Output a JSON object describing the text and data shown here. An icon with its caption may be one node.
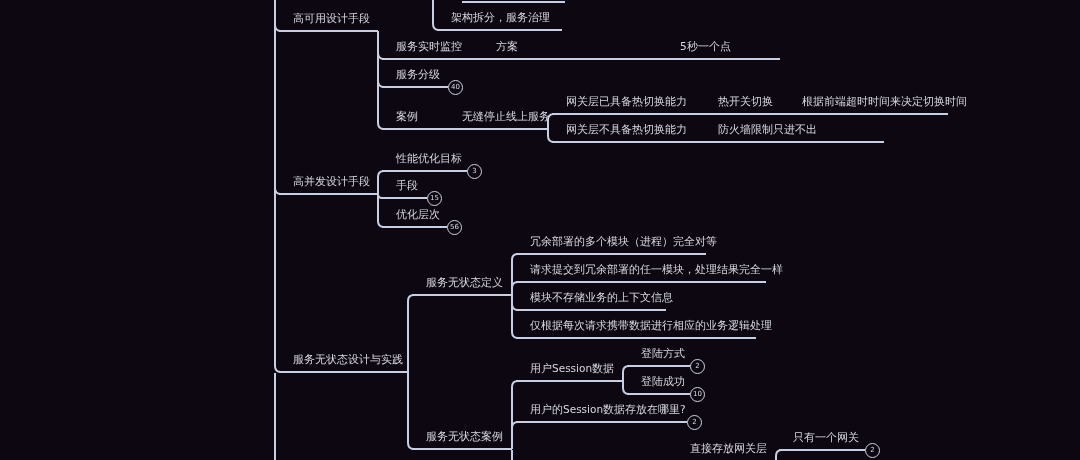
{
  "diagram": {
    "nodes": [
      {
        "text": [],
        "shape": "bar"
      },
      {
        "text": [
          "架构拆分，服务治理"
        ]
      },
      {
        "text": [
          "高可用设计手段"
        ]
      },
      {
        "text": [
          "服务实时监控"
        ]
      },
      {
        "text": [
          "方案"
        ]
      },
      {
        "text": [],
        "shape": "bar"
      },
      {
        "text": [
          "5秒一个点"
        ]
      },
      {
        "text": [
          "服务分级"
        ],
        "beside": [
          "40"
        ]
      },
      {
        "text": [
          "案例"
        ]
      },
      {
        "text": [
          "无缝停止线上服务"
        ]
      },
      {
        "text": [
          "网关层已具备热切换能力"
        ]
      },
      {
        "text": [
          "热开关切换"
        ]
      },
      {
        "text": [
          "根据前端超时时间来决定切换时间"
        ]
      },
      {
        "text": [
          "网关层不具备热切换能力"
        ]
      },
      {
        "text": [
          "防火墙限制只进不出"
        ]
      },
      {
        "text": [],
        "shape": "bar"
      },
      {
        "text": [
          "高并发设计手段"
        ]
      },
      {
        "text": [
          "性能优化目标"
        ],
        "beside": [
          "3"
        ]
      },
      {
        "text": [
          "手段"
        ],
        "beside": [
          "15"
        ]
      },
      {
        "text": [
          "优化层次"
        ],
        "beside": [
          "56"
        ]
      },
      {
        "text": [
          "服务无状态设计与实践"
        ]
      },
      {
        "text": [
          "服务无状态定义"
        ]
      },
      {
        "text": [
          "冗余部署的多个模块（进程）完全对等"
        ]
      },
      {
        "text": [
          "请求提交到冗余部署的任一模块，处理结果完全一样"
        ]
      },
      {
        "text": [
          "模块不存储业务的上下文信息"
        ]
      },
      {
        "text": [
          "仅根据每次请求携带数据进行相应的业务逻辑处理"
        ]
      },
      {
        "text": [
          "服务无状态案例"
        ]
      },
      {
        "text": [
          "用户Session数据"
        ]
      },
      {
        "text": [
          "登陆方式"
        ],
        "beside": [
          "2"
        ]
      },
      {
        "text": [
          "登陆成功"
        ],
        "beside": [
          "10"
        ]
      },
      {
        "text": [
          "用户的Session数据存放在哪里?"
        ],
        "beside": [
          "2"
        ]
      },
      {
        "text": [
          "直接存放网关层"
        ]
      },
      {
        "text": [
          "只有一个网关"
        ],
        "beside": [
          "2"
        ]
      }
    ],
    "edges": [
      {
        "from": null,
        "to": 1,
        "arrow": "none"
      },
      {
        "from": null,
        "to": 2,
        "arrow": "none"
      },
      {
        "from": 2,
        "to": 3,
        "arrow": "none"
      },
      {
        "from": 3,
        "to": 4,
        "arrow": "none"
      },
      {
        "from": 4,
        "to": 5,
        "arrow": "none"
      },
      {
        "from": 5,
        "to": 6,
        "arrow": "none"
      },
      {
        "from": 2,
        "to": 7,
        "arrow": "none"
      },
      {
        "from": 2,
        "to": 8,
        "arrow": "none"
      },
      {
        "from": 8,
        "to": 9,
        "arrow": "none"
      },
      {
        "from": 9,
        "to": 10,
        "arrow": "none"
      },
      {
        "from": 10,
        "to": 11,
        "arrow": "none"
      },
      {
        "from": 11,
        "to": 12,
        "arrow": "none"
      },
      {
        "from": 9,
        "to": 13,
        "arrow": "none"
      },
      {
        "from": 13,
        "to": 14,
        "arrow": "none"
      },
      {
        "from": 14,
        "to": 15,
        "arrow": "none"
      },
      {
        "from": null,
        "to": 16,
        "arrow": "none"
      },
      {
        "from": 16,
        "to": 17,
        "arrow": "none"
      },
      {
        "from": 16,
        "to": 18,
        "arrow": "none"
      },
      {
        "from": 16,
        "to": 19,
        "arrow": "none"
      },
      {
        "from": null,
        "to": 20,
        "arrow": "none"
      },
      {
        "from": 20,
        "to": 21,
        "arrow": "none"
      },
      {
        "from": 21,
        "to": 22,
        "arrow": "none"
      },
      {
        "from": 21,
        "to": 23,
        "arrow": "none"
      },
      {
        "from": 21,
        "to": 24,
        "arrow": "none"
      },
      {
        "from": 21,
        "to": 25,
        "arrow": "none"
      },
      {
        "from": 20,
        "to": 26,
        "arrow": "none"
      },
      {
        "from": 26,
        "to": 27,
        "arrow": "none"
      },
      {
        "from": 27,
        "to": 28,
        "arrow": "none"
      },
      {
        "from": 27,
        "to": 29,
        "arrow": "none"
      },
      {
        "from": 26,
        "to": 30,
        "arrow": "none"
      },
      {
        "from": 31,
        "to": 32,
        "arrow": "none"
      }
    ]
  }
}
